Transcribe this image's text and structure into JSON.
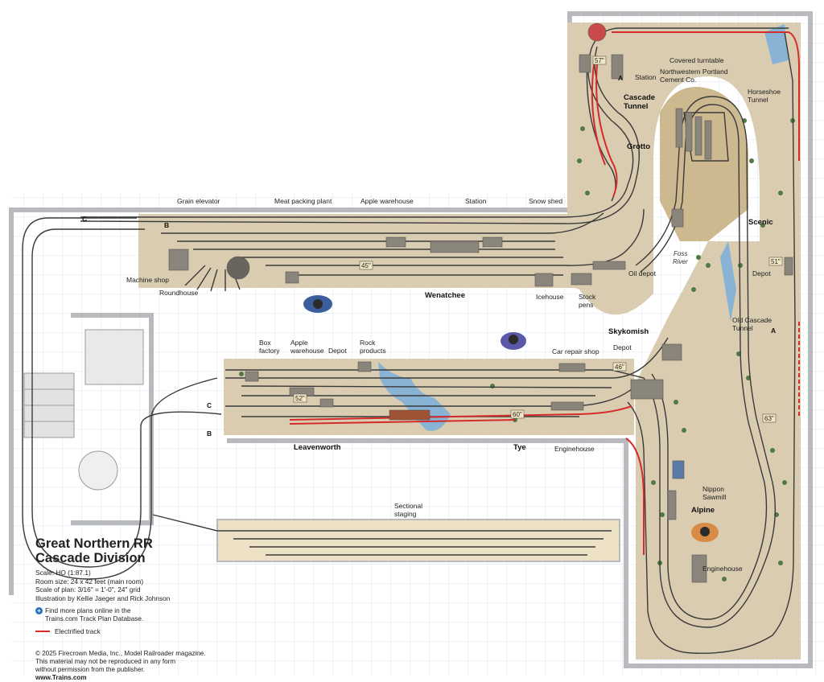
{
  "title": {
    "line1": "Great Northern RR",
    "line2": "Cascade Division"
  },
  "details": [
    "Scale: HO (1:87.1)",
    "Room size: 24 x 42 feet (main room)",
    "Scale of plan: 3/16\" = 1'-0\", 24\" grid",
    "Illustration by Kellie Jaeger and Rick Johnson"
  ],
  "more_plans": [
    "Find more plans online in the",
    "Trains.com Track Plan Database."
  ],
  "legend": {
    "electrified": "Electrified track",
    "electrified_color": "#d42b2b"
  },
  "copyright": [
    "© 2025 Firecrown Media, Inc., Model Railroader magazine.",
    "This material may not be reproduced in any form",
    "without permission from the publisher."
  ],
  "website": "www.Trains.com",
  "colors": {
    "grid": "#cfe0f0",
    "benchwork_edge": "#b8babd",
    "scenery": "#d9ccb0",
    "staging": "#ece1c4",
    "track": "#3a3a3a",
    "electrified": "#d42b2b",
    "water": "#7fb0d8"
  },
  "towns": {
    "wenatchee": "Wenatchee",
    "leavenworth": "Leavenworth",
    "tye": "Tye",
    "skykomish": "Skykomish",
    "alpine": "Alpine",
    "scenic": "Scenic",
    "grotto": "Grotto",
    "cascade_tunnel": [
      "Cascade",
      "Tunnel"
    ]
  },
  "labels": {
    "covered_turntable": "Covered turntable",
    "station_top": "Station",
    "nw_cement": [
      "Northwestern Portland",
      "Cement Co."
    ],
    "horseshoe": [
      "Horseshoe",
      "Tunnel"
    ],
    "grain_elevator": "Grain elevator",
    "meat_packing": "Meat packing plant",
    "apple_warehouse": "Apple warehouse",
    "station_mid": "Station",
    "snow_shed": "Snow shed",
    "foss_river": [
      "Foss",
      "River"
    ],
    "depot_scenic": "Depot",
    "oil_depot": "Oil depot",
    "machine_shop": "Machine shop",
    "roundhouse": "Roundhouse",
    "icehouse": "Icehouse",
    "stock_pens": [
      "Stock",
      "pens"
    ],
    "old_cascade": [
      "Old Cascade",
      "Tunnel"
    ],
    "box_factory": [
      "Box",
      "factory"
    ],
    "apple_warehouse_2": [
      "Apple",
      "warehouse"
    ],
    "depot_leav": "Depot",
    "rock_products": [
      "Rock",
      "products"
    ],
    "car_repair": "Car repair shop",
    "depot_sky": "Depot",
    "enginehouse_tye": "Enginehouse",
    "sectional_staging": [
      "Sectional",
      "staging"
    ],
    "nippon": [
      "Nippon",
      "Sawmill"
    ],
    "enginehouse_alpine": "Enginehouse"
  },
  "grades": {
    "g57": "57\"",
    "g45": "45\"",
    "g51": "51\"",
    "g46": "46\"",
    "g52": "52\"",
    "g60": "60\"",
    "g63": "63\""
  },
  "markers": {
    "A": "A",
    "B": "B",
    "C": "C"
  }
}
